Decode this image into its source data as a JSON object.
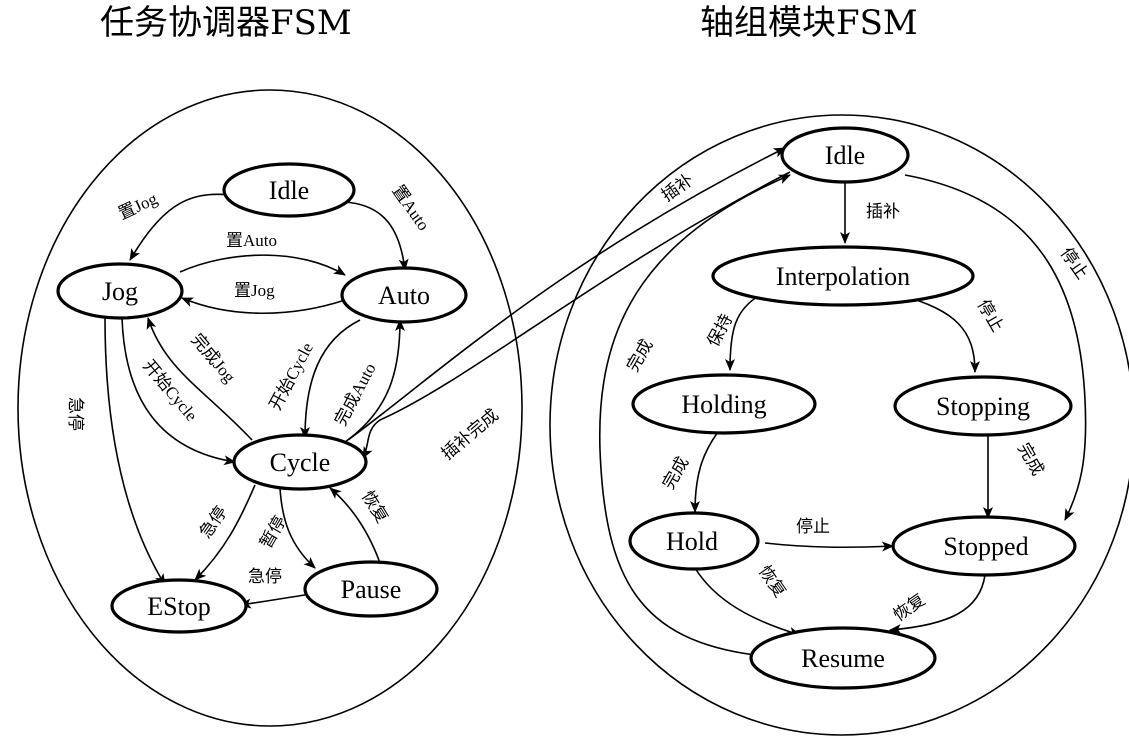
{
  "titles": {
    "left": "任务协调器FSM",
    "right": "轴组模块FSM"
  },
  "left_states": {
    "idle": "Idle",
    "jog": "Jog",
    "auto": "Auto",
    "cycle": "Cycle",
    "estop": "EStop",
    "pause": "Pause"
  },
  "right_states": {
    "idle": "Idle",
    "interpolation": "Interpolation",
    "holding": "Holding",
    "stopping": "Stopping",
    "hold": "Hold",
    "stopped": "Stopped",
    "resume": "Resume"
  },
  "edge_labels": {
    "idle_jog": "置Jog",
    "idle_auto": "置Auto",
    "jog_auto": "置Auto",
    "auto_jog": "置Jog",
    "jog_cycle": "开始Cycle",
    "cycle_jog": "完成Jog",
    "auto_cycle": "开始Cycle",
    "cycle_auto": "完成Auto",
    "jog_estop": "急停",
    "cycle_estop": "急停",
    "cycle_pause": "暂停",
    "pause_cycle": "恢复",
    "pause_estop": "急停",
    "cycle_axis_idle": "插补",
    "axis_idle_cycle": "插补完成",
    "idle_interp": "插补",
    "idle_stopped": "停止",
    "resume_idle": "完成",
    "interp_holding": "保持",
    "interp_stopping": "停止",
    "holding_hold": "完成",
    "stopping_stopped": "完成",
    "hold_stopped": "停止",
    "hold_resume": "恢复",
    "stopped_resume": "恢复"
  }
}
